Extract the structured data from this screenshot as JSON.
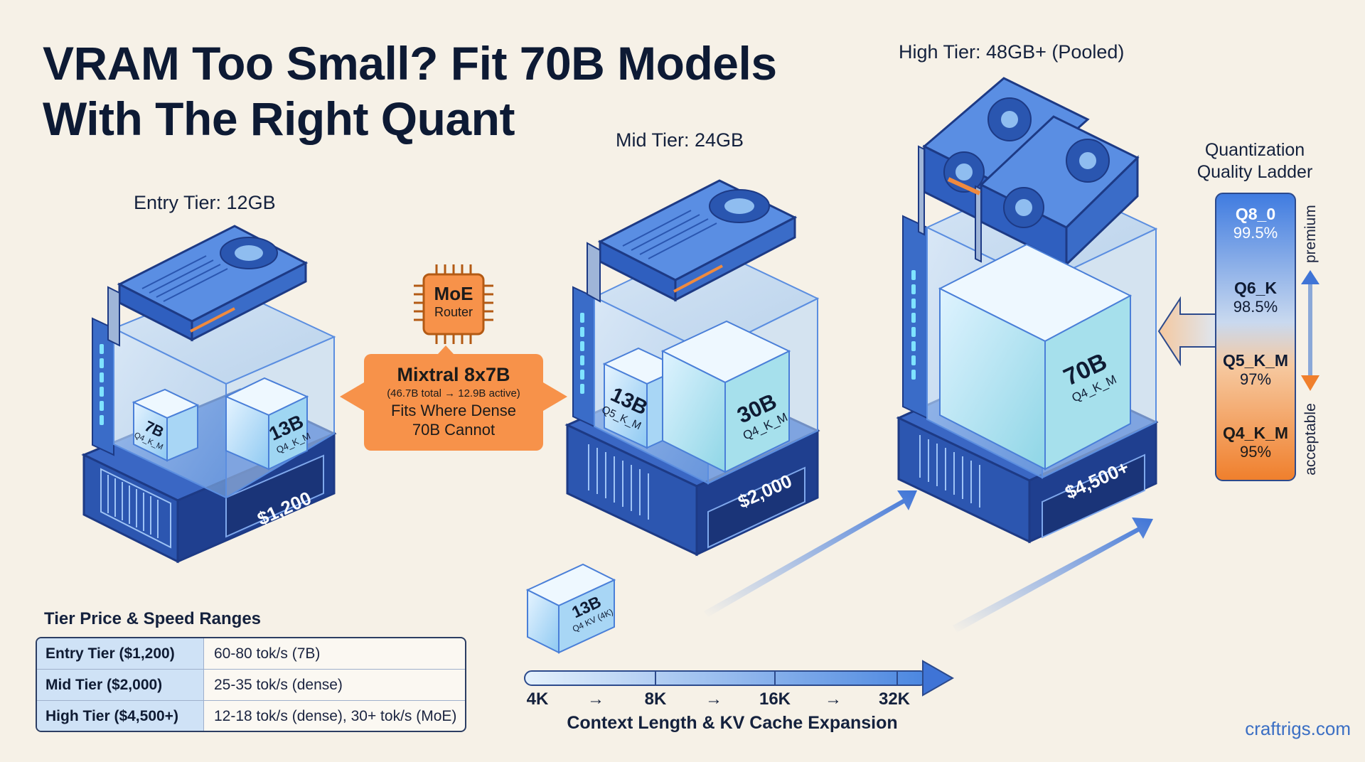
{
  "title_line1": "VRAM Too Small? Fit 70B Models",
  "title_line2": "With The Right Quant",
  "tiers": {
    "entry": {
      "label": "Entry Tier: 12GB",
      "price": "$1,200",
      "cubes": [
        {
          "size": "7B",
          "quant": "Q4_K_M"
        },
        {
          "size": "13B",
          "quant": "Q4_K_M"
        }
      ]
    },
    "mid": {
      "label": "Mid Tier: 24GB",
      "price": "$2,000",
      "cubes": [
        {
          "size": "13B",
          "quant": "Q5_K_M"
        },
        {
          "size": "30B",
          "quant": "Q4_K_M"
        }
      ]
    },
    "high": {
      "label": "High Tier: 48GB+ (Pooled)",
      "price": "$4,500+",
      "cubes": [
        {
          "size": "70B",
          "quant": "Q4_K_M"
        }
      ]
    }
  },
  "moe": {
    "chip_line1": "MoE",
    "chip_line2": "Router",
    "model": "Mixtral 8x7B",
    "params": "(46.7B total → 12.9B active)",
    "line3": "Fits Where Dense",
    "line4": "70B Cannot"
  },
  "ladder": {
    "title_line1": "Quantization",
    "title_line2": "Quality Ladder",
    "top_label": "premium",
    "bottom_label": "acceptable",
    "levels": [
      {
        "name": "Q8_0",
        "quality": "99.5%"
      },
      {
        "name": "Q6_K",
        "quality": "98.5%"
      },
      {
        "name": "Q5_K_M",
        "quality": "97%"
      },
      {
        "name": "Q4_K_M",
        "quality": "95%"
      }
    ]
  },
  "table": {
    "title": "Tier Price & Speed Ranges",
    "rows": [
      {
        "tier": "Entry Tier ($1,200)",
        "speed": "60-80 tok/s (7B)"
      },
      {
        "tier": "Mid Tier ($2,000)",
        "speed": "25-35 tok/s (dense)"
      },
      {
        "tier": "High Tier ($4,500+)",
        "speed": "12-18 tok/s (dense), 30+ tok/s (MoE)"
      }
    ]
  },
  "context": {
    "cube_size": "13B",
    "cube_quant": "Q4 KV (4K)",
    "labels": [
      "4K",
      "8K",
      "16K",
      "32K"
    ],
    "arrow_glyph": "→",
    "title": "Context Length & KV Cache Expansion"
  },
  "brand": "craftrigs.com",
  "colors": {
    "navy": "#1f3f8f",
    "blue": "#3f74d6",
    "light_blue": "#a9cdf2",
    "orange": "#f7924a",
    "cream": "#f6f1e7",
    "ink": "#0f1b33"
  }
}
